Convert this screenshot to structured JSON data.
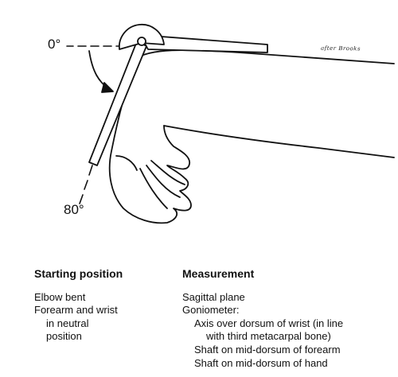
{
  "figure": {
    "angle_start": "0°",
    "angle_end": "80°",
    "signature": "after Brooks"
  },
  "starting_position": {
    "heading": "Starting position",
    "lines": [
      "Elbow bent",
      "Forearm and wrist",
      "in neutral",
      "position"
    ]
  },
  "measurement": {
    "heading": "Measurement",
    "lines": [
      "Sagittal plane",
      "Goniometer:",
      "Axis over dorsum of wrist (in line",
      "with third metacarpal bone)",
      "Shaft on mid-dorsum of forearm",
      "Shaft on mid-dorsum of hand"
    ]
  }
}
